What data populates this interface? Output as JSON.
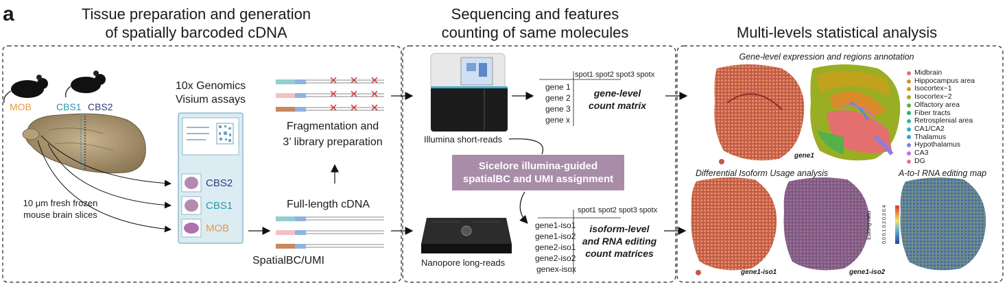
{
  "panel_label": "a",
  "titles": {
    "left_line1": "Tissue preparation and generation",
    "left_line2": "of spatially barcoded cDNA",
    "mid_line1": "Sequencing and features",
    "mid_line2": "counting of same molecules",
    "right": "Multi-levels statistical analysis"
  },
  "samples": {
    "mob": "MOB",
    "cbs1": "CBS1",
    "cbs2": "CBS2",
    "slices_line1": "10 μm fresh frozen",
    "slices_line2": "mouse brain slices"
  },
  "visium": {
    "title_line1": "10x Genomics",
    "title_line2": "Visium assays",
    "slots": [
      "CBS2",
      "CBS1",
      "MOB"
    ]
  },
  "prep": {
    "frag_line1": "Fragmentation and",
    "frag_line2": "3’ library preparation",
    "full_length": "Full-length cDNA",
    "spatial_umi": "SpatialBC/UMI"
  },
  "sequencers": {
    "illumina": "Illumina short-reads",
    "nanopore": "Nanopore long-reads"
  },
  "sicelore": {
    "line1": "Sicelore illumina-guided",
    "line2": "spatialBC and UMI assignment"
  },
  "gene_matrix": {
    "header": "spot1 spot2 spot3 spotx",
    "rows": [
      "gene 1",
      "gene 2",
      "gene 3",
      "gene x"
    ],
    "label_line1": "gene-level",
    "label_line2": "count matrix"
  },
  "isoform_matrix": {
    "header": "spot1 spot2 spot3 spotx",
    "rows": [
      "gene1-iso1",
      "gene1-iso2",
      "gene2-iso1",
      "gene2-iso2",
      "genex-isox"
    ],
    "label_line1": "isoform-level",
    "label_line2": "and RNA editing",
    "label_line3": "count matrices"
  },
  "analysis": {
    "gene_level_title": "Gene-level expression and regions annotation",
    "gene1_caption": "gene1",
    "diu_title": "Differential Isoform Usage analysis",
    "iso1_caption": "gene1-iso1",
    "iso2_caption": "gene1-iso2",
    "editing_title": "A-to-I RNA editing map",
    "colorbar_label": "Editing ratio",
    "colorbar_ticks": [
      "0.0",
      "0.1",
      "0.2",
      "0.3",
      "0.4"
    ]
  },
  "legend": [
    {
      "label": "Midbrain",
      "color": "#e36f6f"
    },
    {
      "label": "Hippocampus area",
      "color": "#d98a2b"
    },
    {
      "label": "Isocortex−1",
      "color": "#c0a21c"
    },
    {
      "label": "Isocortex−2",
      "color": "#9aae24"
    },
    {
      "label": "Olfactory area",
      "color": "#55b04a"
    },
    {
      "label": "Fiber tracts",
      "color": "#2eae7a"
    },
    {
      "label": "Retrosplenial area",
      "color": "#27b3a4"
    },
    {
      "label": "CA1/CA2",
      "color": "#27aecb"
    },
    {
      "label": "Thalamus",
      "color": "#3a98de"
    },
    {
      "label": "Hypothalamus",
      "color": "#8b7fe0"
    },
    {
      "label": "CA3",
      "color": "#c86fd8"
    },
    {
      "label": "DG",
      "color": "#e36fb0"
    }
  ],
  "colors": {
    "teal": "#2a9aa6",
    "navy": "#2f3d78",
    "orange": "#e59a3c",
    "sicelore_box": "#a88ca8",
    "visium_bg": "#dcecf3"
  }
}
